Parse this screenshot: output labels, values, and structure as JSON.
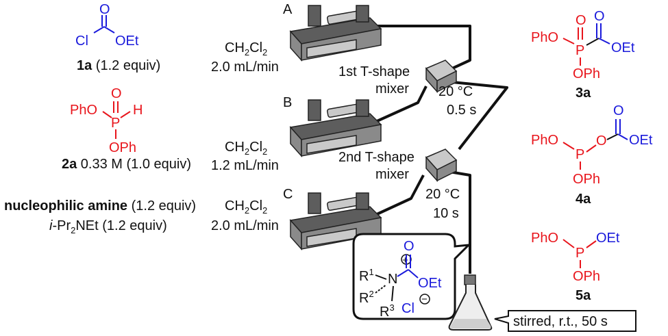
{
  "reagents": {
    "r1": {
      "cl": "Cl",
      "o": "O",
      "oet": "OEt",
      "num": "1a",
      "equiv": " (1.2 equiv)"
    },
    "r2": {
      "pho": "PhO",
      "o": "O",
      "h": "H",
      "p": "P",
      "oph": "OPh",
      "num": "2a",
      "conc": " 0.33 M (1.0 equiv)"
    },
    "r3": {
      "line1": "nucleophilic amine",
      "line1_equiv": " (1.2 equiv)",
      "line2_prefix": "i",
      "line2_mid": "-Pr",
      "line2_sub": "2",
      "line2_end": "NEt (1.2 equiv)"
    }
  },
  "flows": [
    {
      "solvent": "CH",
      "sub1": "2",
      "mid": "Cl",
      "sub2": "2",
      "rate": "2.0 mL/min"
    },
    {
      "solvent": "CH",
      "sub1": "2",
      "mid": "Cl",
      "sub2": "2",
      "rate": "1.2 mL/min"
    },
    {
      "solvent": "CH",
      "sub1": "2",
      "mid": "Cl",
      "sub2": "2",
      "rate": "2.0 mL/min"
    }
  ],
  "pumps": [
    "A",
    "B",
    "C"
  ],
  "mixers": [
    {
      "line1": "1st T-shape",
      "line2": "mixer",
      "temp": "20 °C",
      "time": "0.5 s"
    },
    {
      "line1": "2nd T-shape",
      "line2": "mixer",
      "temp": "20 °C",
      "time": "10 s"
    }
  ],
  "intermediate": {
    "r1": "R",
    "r1_sup": "1",
    "r2": "R",
    "r2_sup": "2",
    "r3": "R",
    "r3_sup": "3",
    "n": "N",
    "plus": "+",
    "o": "O",
    "oet": "OEt",
    "cl": "Cl",
    "minus": "−"
  },
  "flask_label": "stirred, r.t., 50 s",
  "products": [
    {
      "num": "3a",
      "pho": "PhO",
      "o1": "O",
      "o2": "O",
      "p": "P",
      "oet": "OEt",
      "oph": "OPh"
    },
    {
      "num": "4a",
      "pho": "PhO",
      "p": "P",
      "o_bridge": "O",
      "o_top": "O",
      "oet": "OEt",
      "oph": "OPh"
    },
    {
      "num": "5a",
      "pho": "PhO",
      "p": "P",
      "oet": "OEt",
      "oph": "OPh"
    }
  ],
  "colors": {
    "phosphorus": "#e8141b",
    "carbonyl": "#1a1adb",
    "tubing": "#111111"
  }
}
